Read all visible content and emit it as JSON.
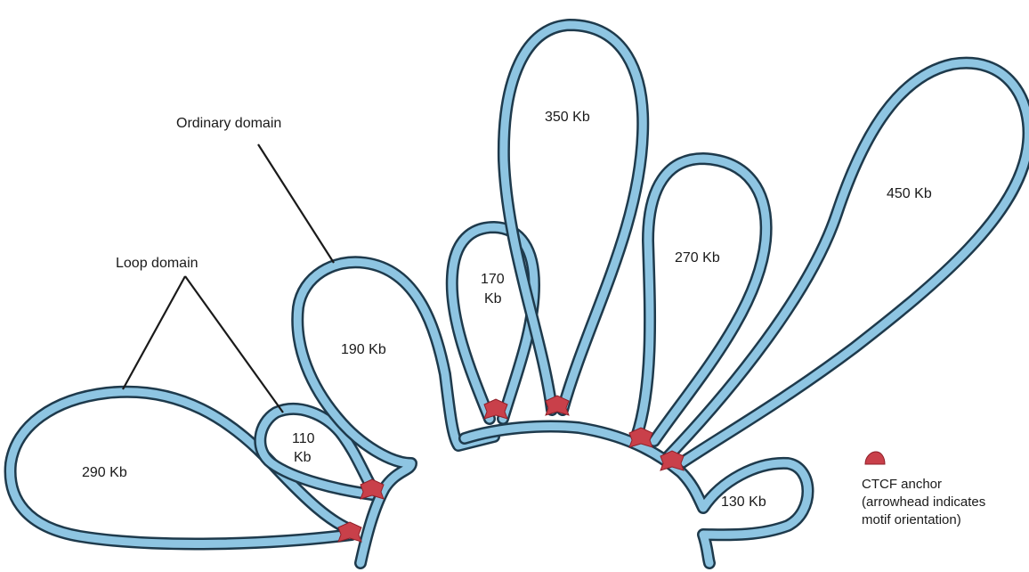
{
  "colors": {
    "fiber_fill": "#8ec5e2",
    "fiber_outline": "#1e3a4c",
    "anchor": "#c9404a",
    "text": "#1a1a1a"
  },
  "callouts": {
    "ordinary_domain": "Ordinary domain",
    "loop_domain": "Loop domain"
  },
  "loops": [
    {
      "id": "loop-290",
      "label": "290 Kb"
    },
    {
      "id": "loop-110",
      "label_line1": "110",
      "label_line2": "Kb"
    },
    {
      "id": "loop-190",
      "label": "190 Kb"
    },
    {
      "id": "loop-170",
      "label_line1": "170",
      "label_line2": "Kb"
    },
    {
      "id": "loop-350",
      "label": "350 Kb"
    },
    {
      "id": "loop-270",
      "label": "270 Kb"
    },
    {
      "id": "loop-450",
      "label": "450 Kb"
    },
    {
      "id": "loop-130",
      "label": "130 Kb"
    }
  ],
  "legend": {
    "icon": "ctcf-anchor-icon",
    "line1": "CTCF anchor",
    "line2": "(arrowhead indicates",
    "line3": "motif orientation)"
  }
}
